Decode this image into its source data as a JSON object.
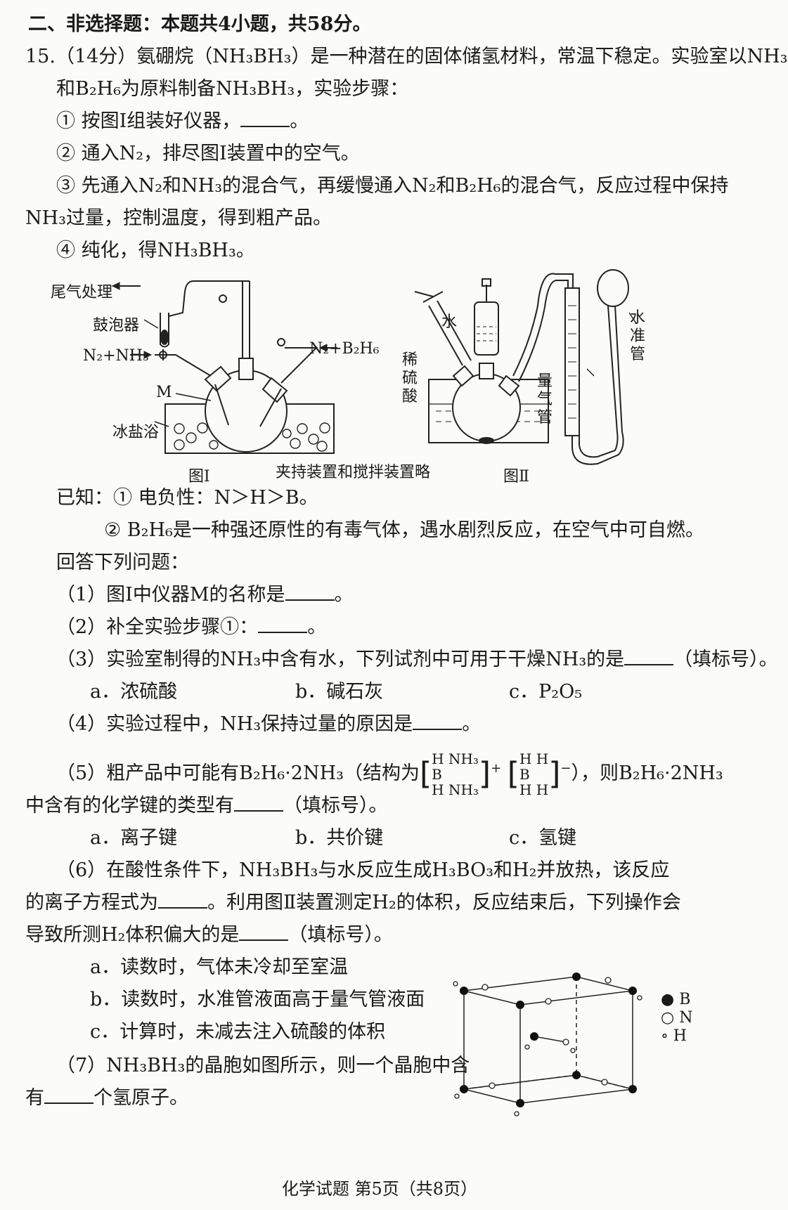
{
  "section_header": "二、非选择题：本题共4小题，共58分。",
  "q15": {
    "stem1": "15.（14分）氨硼烷（NH₃BH₃）是一种潜在的固体储氢材料，常温下稳定。实验室以NH₃",
    "stem2": "和B₂H₆为原料制备NH₃BH₃，实验步骤：",
    "step1": "① 按图Ⅰ组装好仪器，",
    "step1_end": "。",
    "step2": "② 通入N₂，排尽图Ⅰ装置中的空气。",
    "step3a": "③ 先通入N₂和NH₃的混合气，再缓慢通入N₂和B₂H₆的混合气，反应过程中保持",
    "step3b": "NH₃过量，控制温度，得到粗产品。",
    "step4": "④ 纯化，得NH₃BH₃。"
  },
  "fig1": {
    "tail": "尾气处理",
    "bubbler": "鼓泡器",
    "n2nh3": "N₂+NH₃",
    "n2b2h6": "N₂+B₂H₆",
    "m": "M",
    "ice": "冰盐浴",
    "caption": "图Ⅰ"
  },
  "fig_note": "夹持装置和搅拌装置略",
  "fig2": {
    "water": "水",
    "acid": "稀硫酸",
    "burette": "量气管",
    "level": "水准管",
    "caption": "图Ⅱ"
  },
  "known": {
    "k1": "已知：① 电负性：N＞H＞B。",
    "k2": "② B₂H₆是一种强还原性的有毒气体，遇水剧烈反应，在空气中可自燃。"
  },
  "answer_intro": "回答下列问题：",
  "q1": "（1）图Ⅰ中仪器M的名称是",
  "q2": "（2）补全实验步骤①：",
  "q3": "（3）实验室制得的NH₃中含有水，下列试剂中可用于干燥NH₃的是",
  "q3_tail": "（填标号）。",
  "q3_opts": [
    "a．浓硫酸",
    "b．碱石灰",
    "c．P₂O₅"
  ],
  "q4": "（4）实验过程中，NH₃保持过量的原因是",
  "q5": {
    "pre": "（5）粗产品中可能有B₂H₆·2NH₃（结构为",
    "post": "），则B₂H₆·2NH₃",
    "cation_l1": "H    NH₃",
    "cation_l2": "  B",
    "cation_l3": "H    NH₃",
    "anion_l1": "H    H",
    "anion_l2": "  B",
    "anion_l3": "H    H",
    "plus": "+",
    "minus": "−",
    "line2": "中含有的化学键的类型有",
    "line2_tail": "（填标号）。",
    "opts": [
      "a．离子键",
      "b．共价键",
      "c．氢键"
    ]
  },
  "q6": {
    "l1": "（6）在酸性条件下，NH₃BH₃与水反应生成H₃BO₃和H₂并放热，该反应",
    "l2a": "的离子方程式为",
    "l2b": "。利用图Ⅱ装置测定H₂的体积，反应结束后，下列操作会",
    "l3a": "导致所测H₂体积偏大的是",
    "l3b": "（填标号）。",
    "opts": [
      "a．读数时，气体未冷却至室温",
      "b．读数时，水准管液面高于量气管液面",
      "c．计算时，未减去注入硫酸的体积"
    ]
  },
  "q7": {
    "l1": "（7）NH₃BH₃的晶胞如图所示，则一个晶胞中含",
    "l2a": "有",
    "l2b": "个氢原子。"
  },
  "legend": {
    "b": "B",
    "n": "N",
    "h": "H"
  },
  "footer": "化学试题 第5页（共8页）"
}
